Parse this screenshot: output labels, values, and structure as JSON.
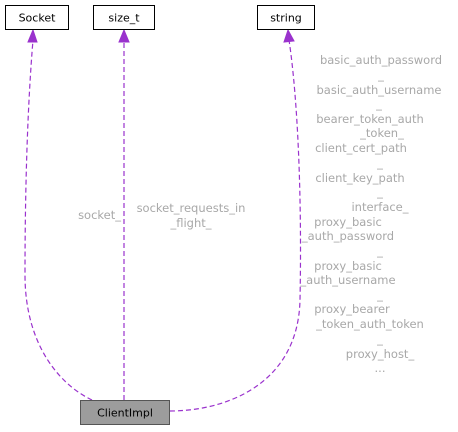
{
  "nodes": {
    "socket": "Socket",
    "size_t": "size_t",
    "string": "string",
    "client": "ClientImpl"
  },
  "edge_labels": {
    "socket": [
      "socket_"
    ],
    "size_t": [
      "socket_requests_in",
      "_flight_"
    ],
    "string": [
      "basic_auth_password",
      "_",
      "basic_auth_username",
      "_",
      "bearer_token_auth",
      "_token_",
      "client_cert_path",
      "_",
      "client_key_path",
      "_",
      "interface_",
      "proxy_basic",
      "_auth_password",
      "_",
      "proxy_basic",
      "_auth_username",
      "_",
      "proxy_bearer",
      "_token_auth_token",
      "_",
      "proxy_host_",
      "..."
    ]
  },
  "colors": {
    "edge": "#9a32cd",
    "label": "#a8a8a8",
    "focus_fill": "#9c9c9c"
  }
}
